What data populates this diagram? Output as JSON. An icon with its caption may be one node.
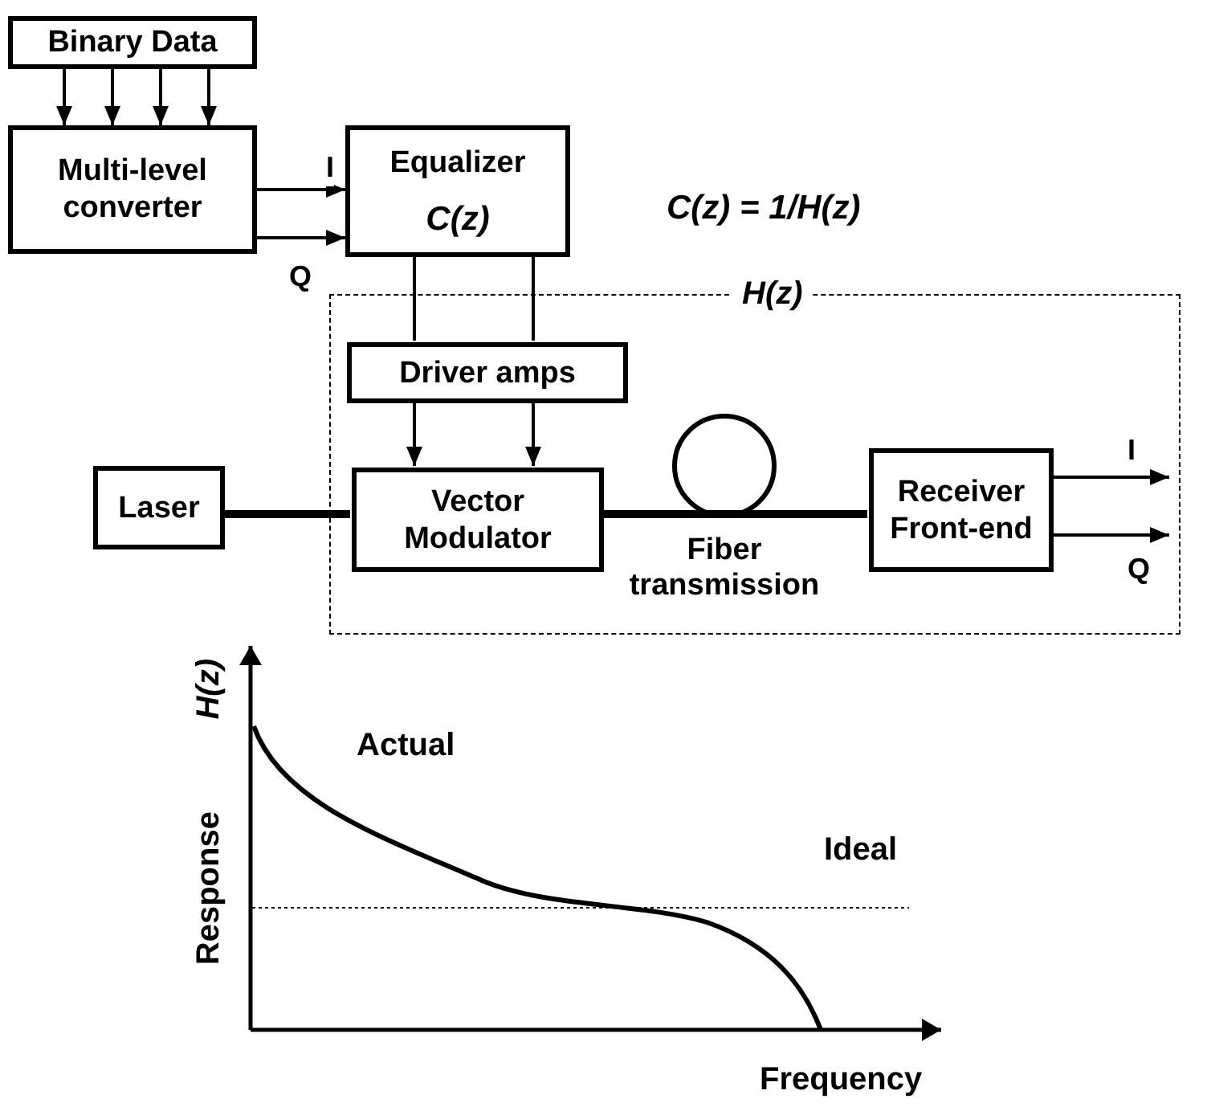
{
  "diagram": {
    "nodes": [
      {
        "text": [
          "Binary Data"
        ]
      },
      {
        "text": [
          "Multi-level converter"
        ]
      },
      {
        "text": [
          "Equalizer",
          "C(z)"
        ]
      },
      {
        "text": [
          "H(z)"
        ]
      },
      {
        "text": [
          "Driver amps"
        ],
        "in": 3
      },
      {
        "text": [
          "Laser"
        ]
      },
      {
        "text": [
          "Vector Modulator"
        ],
        "in": 3
      },
      {
        "text": [
          "Fiber transmission"
        ],
        "in": 3
      },
      {
        "text": [
          "Receiver Front-end"
        ],
        "in": 3
      }
    ],
    "edges": [
      {
        "from": 0,
        "to": 1,
        "arrow": "to"
      },
      {
        "from": 0,
        "to": 1,
        "arrow": "to"
      },
      {
        "from": 0,
        "to": 1,
        "arrow": "to"
      },
      {
        "from": 0,
        "to": 1,
        "arrow": "to"
      },
      {
        "from": 1,
        "to": 2,
        "arrow": "to",
        "label": "I"
      },
      {
        "from": 1,
        "to": 2,
        "arrow": "to",
        "label": "Q"
      },
      {
        "from": 2,
        "to": 4,
        "arrow": "none"
      },
      {
        "from": 2,
        "to": 4,
        "arrow": "none"
      },
      {
        "from": 4,
        "to": 6,
        "arrow": "to"
      },
      {
        "from": 4,
        "to": 6,
        "arrow": "to"
      },
      {
        "from": 5,
        "to": 6,
        "arrow": "none",
        "style": "thick"
      },
      {
        "from": 6,
        "to": 7,
        "arrow": "none",
        "style": "thick"
      },
      {
        "from": 7,
        "to": 8,
        "arrow": "none",
        "style": "thick"
      },
      {
        "from": 8,
        "to": null,
        "arrow": "to",
        "label": "I"
      },
      {
        "from": 8,
        "to": null,
        "arrow": "to",
        "label": "Q"
      }
    ],
    "labels": [
      "C(z) = 1/H(z)",
      "H(z)",
      "Response",
      "Actual",
      "Ideal",
      "Frequency"
    ]
  }
}
